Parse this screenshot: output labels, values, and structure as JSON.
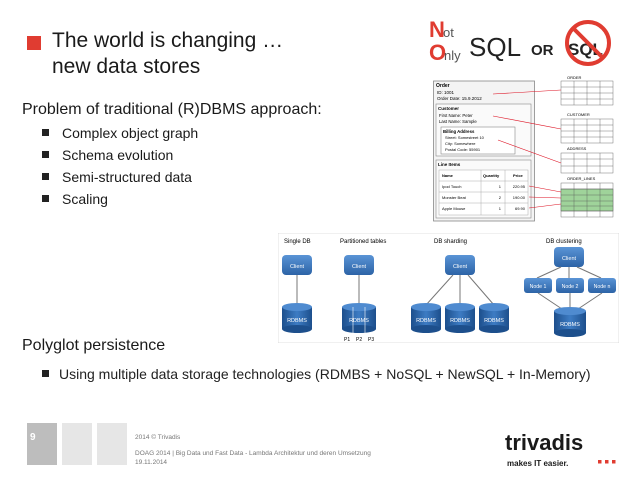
{
  "title": "The world is changing …\nnew data stores",
  "problem": {
    "heading": "Problem of traditional (R)DBMS approach:",
    "bullets": [
      "Complex object graph",
      "Schema evolution",
      "Semi-structured data",
      "Scaling"
    ]
  },
  "polyglot": {
    "heading": "Polyglot persistence",
    "bullet": "Using multiple data storage technologies (RDMBS + NoSQL + NewSQL + In-Memory)"
  },
  "logo_nosql": {
    "n1": "N",
    "ot": "ot",
    "o2": "O",
    "nly": "nly",
    "sql": "SQL",
    "or": "OR",
    "nosql": "SQL"
  },
  "object_graph": {
    "order_label": "Order",
    "order_id": "ID: 1001",
    "order_date": "Order Date: 15.9.2012",
    "customer_label": "Customer",
    "first_name": "First Name: Peter",
    "last_name": "Last Name: Sample",
    "billing_label": "Billing Address",
    "street": "Street: Somestreet 10",
    "city": "City: Somewhere",
    "postal": "Postal Code: 55901",
    "line_items_label": "Line Items",
    "headers": [
      "Name",
      "Quantity",
      "Price"
    ],
    "rows": [
      [
        "Ipod Touch",
        "1",
        "220.95"
      ],
      [
        "Monster Beat",
        "2",
        "190.00"
      ],
      [
        "Apple Mouse",
        "1",
        "69.90"
      ]
    ],
    "tables": [
      "ORDER",
      "CUSTOMER",
      "ADDRESS",
      "ORDER_LINES"
    ]
  },
  "scaling_diagram": {
    "single_db": "Single DB",
    "partitioned": "Partitioned tables",
    "sharding": "DB sharding",
    "clustering": "DB clustering",
    "client": "Client",
    "rdbms": "RDBMS",
    "p1": "P1",
    "p2": "P2",
    "p3": "P3",
    "node1": "Node 1",
    "node2": "Node 2",
    "noden": "Node n"
  },
  "footer": {
    "page": "9",
    "line1": "2014 © Trivadis",
    "line2": "DOAG 2014 | Big Data und Fast Data - Lambda Architektur und deren Umsetzung",
    "line3": "19.11.2014"
  },
  "brand": {
    "name": "trivadis",
    "tagline": "makes IT easier.",
    "accent": "#e03c31"
  }
}
